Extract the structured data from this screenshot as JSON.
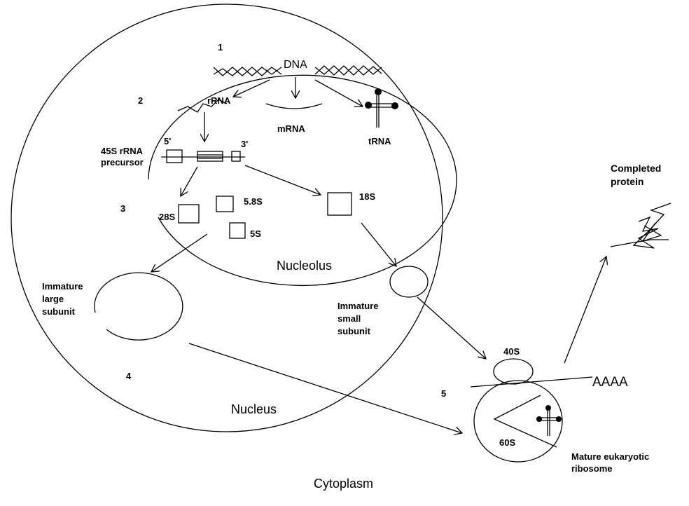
{
  "diagram": {
    "step_numbers": [
      "1",
      "2",
      "3",
      "4",
      "5"
    ],
    "labels": {
      "dna": "DNA",
      "rrna": "rRNA",
      "mrna": "mRNA",
      "trna": "tRNA",
      "precursor_line1": "45S rRNA",
      "precursor_line2": "precursor",
      "five_prime": "5'",
      "three_prime": "3'",
      "s28": "28S",
      "s58": "5.8S",
      "s5": "5S",
      "s18": "18S",
      "nucleolus": "Nucleolus",
      "nucleus": "Nucleus",
      "cytoplasm": "Cytoplasm",
      "immature_large_1": "Immature",
      "immature_large_2": "large",
      "immature_large_3": "subunit",
      "immature_small_1": "Immature",
      "immature_small_2": "small",
      "immature_small_3": "subunit",
      "s40": "40S",
      "s60": "60S",
      "polya": "AAAA",
      "completed_1": "Completed",
      "completed_2": "protein",
      "mature_1": "Mature eukaryotic",
      "mature_2": "ribosome"
    }
  }
}
